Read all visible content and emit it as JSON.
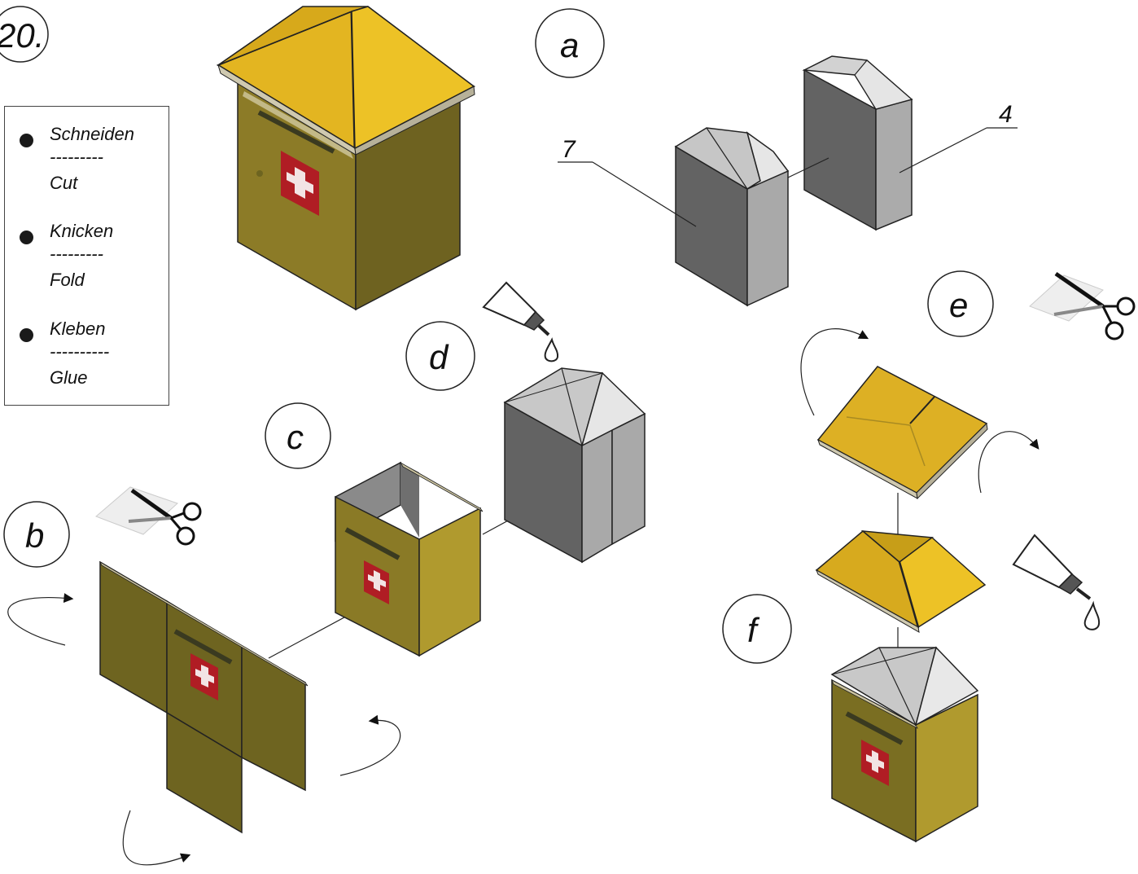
{
  "figure_number": "20.",
  "steps": {
    "a": "a",
    "b": "b",
    "c": "c",
    "d": "d",
    "e": "e",
    "f": "f"
  },
  "part_numbers": {
    "left": "7",
    "right": "4"
  },
  "legend": [
    {
      "de": "Schneiden",
      "sep": "---------",
      "en": "Cut",
      "icon": "bullet-dot"
    },
    {
      "de": "Knicken",
      "sep": "---------",
      "en": "Fold",
      "icon": "bullet-dot"
    },
    {
      "de": "Kleben",
      "sep": "----------",
      "en": "Glue",
      "icon": "bullet-dot"
    }
  ],
  "colors": {
    "roof_yellow": "#E3B521",
    "wall_olive": "#8A7A26",
    "wall_olive_light": "#B09A2E",
    "block_dark": "#636363",
    "block_light": "#ADADAD",
    "swiss_red": "#B01D24"
  },
  "icons": [
    "scissors-icon",
    "glue-tube-icon",
    "rotate-arrow-icon",
    "swiss-cross-icon"
  ]
}
